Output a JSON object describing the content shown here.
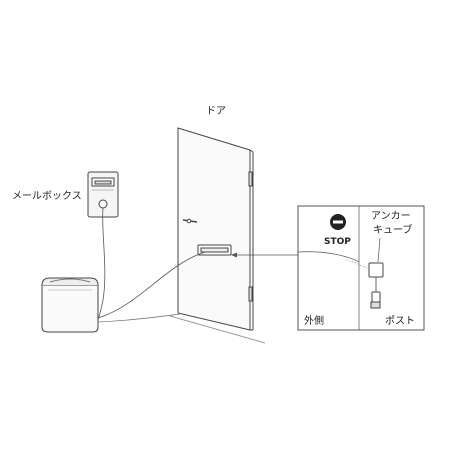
{
  "labels": {
    "door": "ドア",
    "mailbox": "メールボックス",
    "outside": "外側",
    "post": "ポスト",
    "stop": "STOP",
    "anchor_line1": "アンカー",
    "anchor_line2": "キューブ"
  },
  "icons": [
    "stop-sign-icon",
    "mailbox-icon",
    "door-icon",
    "anchor-cube-icon"
  ]
}
